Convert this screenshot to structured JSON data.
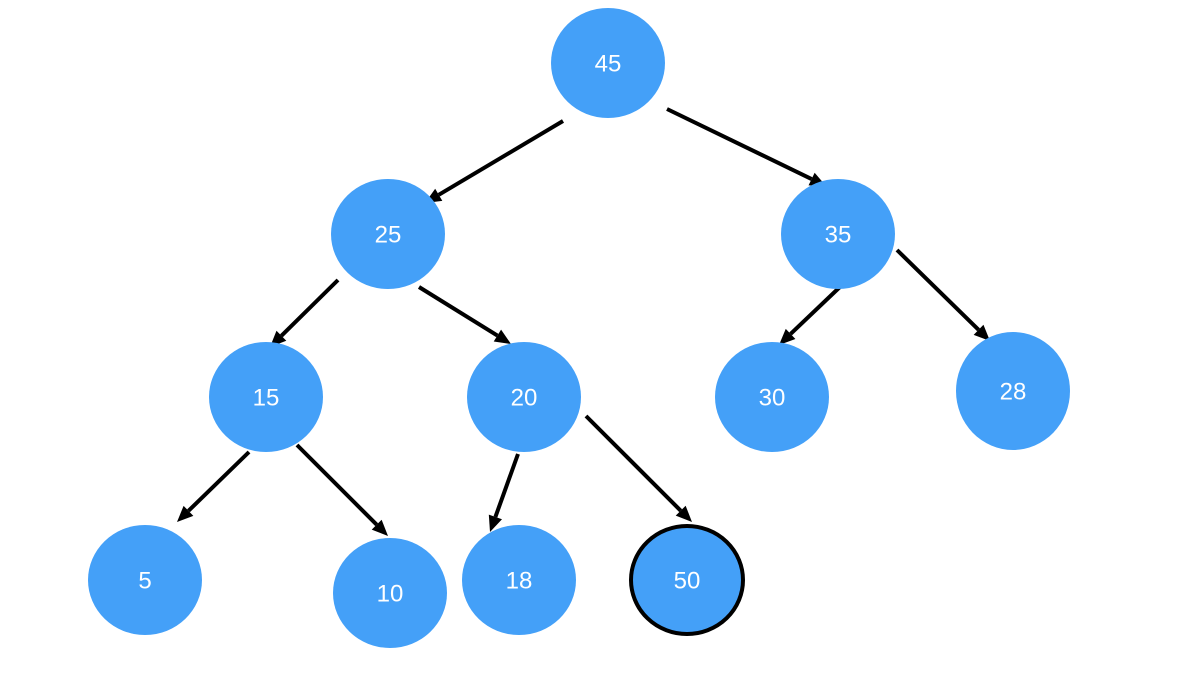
{
  "diagram": {
    "type": "binary-heap-tree",
    "colors": {
      "node_fill": "#44a0f8",
      "node_text": "#ffffff",
      "edge": "#000000",
      "highlight_stroke": "#000000"
    },
    "nodes": [
      {
        "id": "n45",
        "label": "45"
      },
      {
        "id": "n25",
        "label": "25"
      },
      {
        "id": "n35",
        "label": "35"
      },
      {
        "id": "n15",
        "label": "15"
      },
      {
        "id": "n20",
        "label": "20"
      },
      {
        "id": "n30",
        "label": "30"
      },
      {
        "id": "n28",
        "label": "28"
      },
      {
        "id": "n5",
        "label": "5"
      },
      {
        "id": "n10",
        "label": "10"
      },
      {
        "id": "n18",
        "label": "18"
      },
      {
        "id": "n50",
        "label": "50",
        "highlighted": true
      }
    ],
    "edges": [
      {
        "from": "n45",
        "to": "n25"
      },
      {
        "from": "n45",
        "to": "n35"
      },
      {
        "from": "n25",
        "to": "n15"
      },
      {
        "from": "n25",
        "to": "n20"
      },
      {
        "from": "n35",
        "to": "n30"
      },
      {
        "from": "n35",
        "to": "n28"
      },
      {
        "from": "n15",
        "to": "n5"
      },
      {
        "from": "n15",
        "to": "n10"
      },
      {
        "from": "n20",
        "to": "n18"
      },
      {
        "from": "n20",
        "to": "n50"
      }
    ]
  }
}
